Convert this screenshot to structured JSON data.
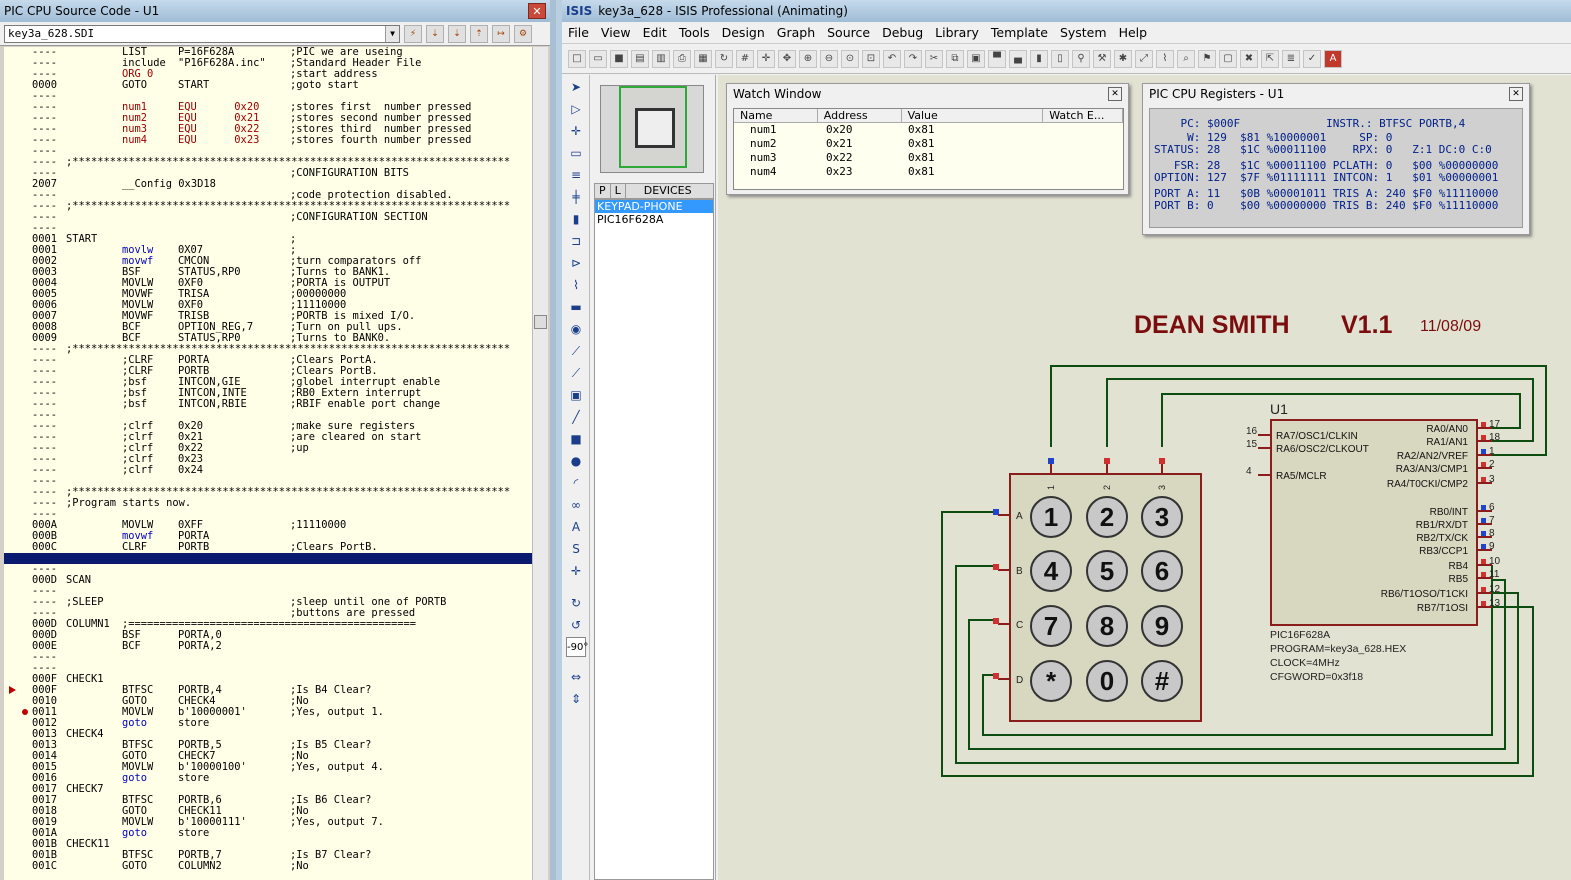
{
  "src": {
    "title": "PIC CPU Source Code - U1",
    "file": "key3a_628.SDI",
    "lines": [
      {
        "ln": "----",
        "lbl": "",
        "op": "LIST",
        "arg": "P=16F628A",
        "cm": ";PIC we are useing"
      },
      {
        "ln": "----",
        "lbl": "",
        "op": "include",
        "arg": "\"P16F628A.inc\"",
        "cm": ";Standard Header File"
      },
      {
        "ln": "----",
        "lbl": "",
        "op": "ORG 0",
        "arg": "",
        "cm": ";start address",
        "opc": "red"
      },
      {
        "ln": "0000",
        "lbl": "",
        "op": "GOTO",
        "arg": "START",
        "cm": ";goto start"
      },
      {
        "ln": "----",
        "lbl": "",
        "op": "",
        "arg": "",
        "cm": ""
      },
      {
        "ln": "----",
        "lbl": "",
        "op": "num1",
        "arg": "EQU      0x20",
        "cm": ";stores first  number pressed",
        "opc": "red"
      },
      {
        "ln": "----",
        "lbl": "",
        "op": "num2",
        "arg": "EQU      0x21",
        "cm": ";stores second number pressed",
        "opc": "red"
      },
      {
        "ln": "----",
        "lbl": "",
        "op": "num3",
        "arg": "EQU      0x22",
        "cm": ";stores third  number pressed",
        "opc": "red"
      },
      {
        "ln": "----",
        "lbl": "",
        "op": "num4",
        "arg": "EQU      0x23",
        "cm": ";stores fourth number pressed",
        "opc": "red"
      },
      {
        "ln": "----",
        "lbl": "",
        "op": "",
        "arg": "",
        "cm": ""
      },
      {
        "ln": "----",
        "lbl": ";**********************************************************************",
        "op": "",
        "arg": "",
        "cm": ""
      },
      {
        "ln": "----",
        "lbl": "",
        "op": "",
        "arg": "",
        "cm": ";CONFIGURATION BITS"
      },
      {
        "ln": "2007",
        "lbl": "",
        "op": "__Config 0x3D18",
        "arg": "",
        "cm": ""
      },
      {
        "ln": "----",
        "lbl": "",
        "op": "",
        "arg": "",
        "cm": ";code protection disabled."
      },
      {
        "ln": "----",
        "lbl": ";**********************************************************************",
        "op": "",
        "arg": "",
        "cm": ""
      },
      {
        "ln": "----",
        "lbl": "",
        "op": "",
        "arg": "",
        "cm": ";CONFIGURATION SECTION"
      },
      {
        "ln": "----",
        "lbl": "",
        "op": "",
        "arg": "",
        "cm": ""
      },
      {
        "ln": "0001",
        "lbl": "START",
        "op": "",
        "arg": "",
        "cm": ";"
      },
      {
        "ln": "0001",
        "lbl": "",
        "op": "movlw",
        "arg": "0X07",
        "cm": ";",
        "opc": "blue"
      },
      {
        "ln": "0002",
        "lbl": "",
        "op": "movwf",
        "arg": "CMCON",
        "cm": ";turn comparators off",
        "opc": "blue"
      },
      {
        "ln": "0003",
        "lbl": "",
        "op": "BSF",
        "arg": "STATUS,RP0",
        "cm": ";Turns to BANK1."
      },
      {
        "ln": "0004",
        "lbl": "",
        "op": "MOVLW",
        "arg": "0XF0",
        "cm": ";PORTA is OUTPUT"
      },
      {
        "ln": "0005",
        "lbl": "",
        "op": "MOVWF",
        "arg": "TRISA",
        "cm": ";00000000"
      },
      {
        "ln": "0006",
        "lbl": "",
        "op": "MOVLW",
        "arg": "0XF0",
        "cm": ";11110000"
      },
      {
        "ln": "0007",
        "lbl": "",
        "op": "MOVWF",
        "arg": "TRISB",
        "cm": ";PORTB is mixed I/O."
      },
      {
        "ln": "0008",
        "lbl": "",
        "op": "BCF",
        "arg": "OPTION_REG,7",
        "cm": ";Turn on pull ups."
      },
      {
        "ln": "0009",
        "lbl": "",
        "op": "BCF",
        "arg": "STATUS,RP0",
        "cm": ";Turns to BANK0."
      },
      {
        "ln": "----",
        "lbl": ";**********************************************************************",
        "op": "",
        "arg": "",
        "cm": ""
      },
      {
        "ln": "----",
        "lbl": "",
        "op": ";CLRF",
        "arg": "PORTA",
        "cm": ";Clears PortA."
      },
      {
        "ln": "----",
        "lbl": "",
        "op": ";CLRF",
        "arg": "PORTB",
        "cm": ";Clears PortB."
      },
      {
        "ln": "----",
        "lbl": "",
        "op": ";bsf",
        "arg": "INTCON,GIE",
        "cm": ";globel interrupt enable"
      },
      {
        "ln": "----",
        "lbl": "",
        "op": ";bsf",
        "arg": "INTCON,INTE",
        "cm": ";RB0 Extern interrupt"
      },
      {
        "ln": "----",
        "lbl": "",
        "op": ";bsf",
        "arg": "INTCON,RBIE",
        "cm": ";RBIF enable port change"
      },
      {
        "ln": "----",
        "lbl": "",
        "op": "",
        "arg": "",
        "cm": ""
      },
      {
        "ln": "----",
        "lbl": "",
        "op": ";clrf",
        "arg": "0x20",
        "cm": ";make sure registers"
      },
      {
        "ln": "----",
        "lbl": "",
        "op": ";clrf",
        "arg": "0x21",
        "cm": ";are cleared on start"
      },
      {
        "ln": "----",
        "lbl": "",
        "op": ";clrf",
        "arg": "0x22",
        "cm": ";up"
      },
      {
        "ln": "----",
        "lbl": "",
        "op": ";clrf",
        "arg": "0x23",
        "cm": ""
      },
      {
        "ln": "----",
        "lbl": "",
        "op": ";clrf",
        "arg": "0x24",
        "cm": ""
      },
      {
        "ln": "----",
        "lbl": "",
        "op": "",
        "arg": "",
        "cm": ""
      },
      {
        "ln": "----",
        "lbl": ";**********************************************************************",
        "op": "",
        "arg": "",
        "cm": ""
      },
      {
        "ln": "----",
        "lbl": ";Program starts now.",
        "op": "",
        "arg": "",
        "cm": ""
      },
      {
        "ln": "----",
        "lbl": "",
        "op": "",
        "arg": "",
        "cm": ""
      },
      {
        "ln": "000A",
        "lbl": "",
        "op": "MOVLW",
        "arg": "0XFF",
        "cm": ";11110000"
      },
      {
        "ln": "000B",
        "lbl": "",
        "op": "movwf",
        "arg": "PORTA",
        "cm": "",
        "opc": "blue"
      },
      {
        "ln": "000C",
        "lbl": "",
        "op": "CLRF",
        "arg": "PORTB",
        "cm": ";Clears PortB."
      },
      {
        "ln": "",
        "lbl": "",
        "op": "",
        "arg": "",
        "cm": "",
        "hl": true
      },
      {
        "ln": "----",
        "lbl": "",
        "op": "",
        "arg": "",
        "cm": ""
      },
      {
        "ln": "000D",
        "lbl": "SCAN",
        "op": "",
        "arg": "",
        "cm": ""
      },
      {
        "ln": "----",
        "lbl": "",
        "op": "",
        "arg": "",
        "cm": ""
      },
      {
        "ln": "----",
        "lbl": ";SLEEP",
        "op": "",
        "arg": "",
        "cm": ";sleep until one of PORTB"
      },
      {
        "ln": "----",
        "lbl": "",
        "op": "",
        "arg": "",
        "cm": ";buttons are pressed"
      },
      {
        "ln": "000D",
        "lbl": "COLUMN1",
        "op": ";==============================================",
        "arg": "",
        "cm": ""
      },
      {
        "ln": "000D",
        "lbl": "",
        "op": "BSF",
        "arg": "PORTA,0",
        "cm": ""
      },
      {
        "ln": "000E",
        "lbl": "",
        "op": "BCF",
        "arg": "PORTA,2",
        "cm": ""
      },
      {
        "ln": "----",
        "lbl": "",
        "op": "",
        "arg": "",
        "cm": ""
      },
      {
        "ln": "----",
        "lbl": "",
        "op": "",
        "arg": "",
        "cm": ""
      },
      {
        "ln": "000F",
        "lbl": "CHECK1",
        "op": "",
        "arg": "",
        "cm": ""
      },
      {
        "ln": "000F",
        "lbl": "",
        "op": "BTFSC",
        "arg": "PORTB,4",
        "cm": ";Is B4 Clear?",
        "mk": "arrow"
      },
      {
        "ln": "0010",
        "lbl": "",
        "op": "GOTO",
        "arg": "CHECK4",
        "cm": ";No"
      },
      {
        "ln": "0011",
        "lbl": "",
        "op": "MOVLW",
        "arg": "b'10000001'",
        "cm": ";Yes, output 1.",
        "mk": "bp"
      },
      {
        "ln": "0012",
        "lbl": "",
        "op": "goto",
        "arg": "store",
        "cm": "",
        "opc": "blue"
      },
      {
        "ln": "0013",
        "lbl": "CHECK4",
        "op": "",
        "arg": "",
        "cm": ""
      },
      {
        "ln": "0013",
        "lbl": "",
        "op": "BTFSC",
        "arg": "PORTB,5",
        "cm": ";Is B5 Clear?"
      },
      {
        "ln": "0014",
        "lbl": "",
        "op": "GOTO",
        "arg": "CHECK7",
        "cm": ";No"
      },
      {
        "ln": "0015",
        "lbl": "",
        "op": "MOVLW",
        "arg": "b'10000100'",
        "cm": ";Yes, output 4."
      },
      {
        "ln": "0016",
        "lbl": "",
        "op": "goto",
        "arg": "store",
        "cm": "",
        "opc": "blue"
      },
      {
        "ln": "0017",
        "lbl": "CHECK7",
        "op": "",
        "arg": "",
        "cm": ""
      },
      {
        "ln": "0017",
        "lbl": "",
        "op": "BTFSC",
        "arg": "PORTB,6",
        "cm": ";Is B6 Clear?"
      },
      {
        "ln": "0018",
        "lbl": "",
        "op": "GOTO",
        "arg": "CHECK11",
        "cm": ";No"
      },
      {
        "ln": "0019",
        "lbl": "",
        "op": "MOVLW",
        "arg": "b'10000111'",
        "cm": ";Yes, output 7."
      },
      {
        "ln": "001A",
        "lbl": "",
        "op": "goto",
        "arg": "store",
        "cm": "",
        "opc": "blue"
      },
      {
        "ln": "001B",
        "lbl": "CHECK11",
        "op": "",
        "arg": "",
        "cm": ""
      },
      {
        "ln": "001B",
        "lbl": "",
        "op": "BTFSC",
        "arg": "PORTB,7",
        "cm": ";Is B7 Clear?"
      },
      {
        "ln": "001C",
        "lbl": "",
        "op": "GOTO",
        "arg": "COLUMN2",
        "cm": ";No"
      }
    ]
  },
  "isis": {
    "title": "key3a_628 - ISIS Professional (Animating)",
    "menu": [
      "File",
      "View",
      "Edit",
      "Tools",
      "Design",
      "Graph",
      "Source",
      "Debug",
      "Library",
      "Template",
      "System",
      "Help"
    ],
    "devices": {
      "tab_p": "P",
      "tab_l": "L",
      "header": "DEVICES",
      "items": [
        "KEYPAD-PHONE",
        "PIC16F628A"
      ]
    },
    "rotation": "-90°"
  },
  "watch": {
    "title": "Watch Window",
    "headers": [
      "Name",
      "Address",
      "Value",
      "Watch E..."
    ],
    "rows": [
      {
        "name": "num1",
        "addr": "0x20",
        "val": "0x81"
      },
      {
        "name": "num2",
        "addr": "0x21",
        "val": "0x81"
      },
      {
        "name": "num3",
        "addr": "0x22",
        "val": "0x81"
      },
      {
        "name": "num4",
        "addr": "0x23",
        "val": "0x81"
      }
    ]
  },
  "regs": {
    "title": "PIC CPU Registers - U1",
    "lines": [
      "    PC: $000F             INSTR.: BTFSC PORTB,4",
      "     W: 129  $81 %10000001     SP: 0",
      "STATUS: 28   $1C %00011100    RPX: 0   Z:1 DC:0 C:0",
      "   FSR: 28   $1C %00011100 PCLATH: 0   $00 %00000000",
      "OPTION: 127  $7F %01111111 INTCON: 1   $01 %00000001",
      "PORT A: 11   $0B %00001011 TRIS A: 240 $F0 %11110000",
      "PORT B: 0    $00 %00000000 TRIS B: 240 $F0 %11110000"
    ]
  },
  "schematic": {
    "banner": {
      "name": "DEAN SMITH",
      "version": "V1.1",
      "date": "11/08/09"
    },
    "u1": "U1",
    "chip_left": [
      {
        "pin": "16",
        "label": "RA7/OSC1/CLKIN"
      },
      {
        "pin": "15",
        "label": "RA6/OSC2/CLKOUT"
      },
      {
        "pin": "4",
        "label": "RA5/MCLR"
      }
    ],
    "chip_right": [
      {
        "pin": "17",
        "label": "RA0/AN0"
      },
      {
        "pin": "18",
        "label": "RA1/AN1"
      },
      {
        "pin": "1",
        "label": "RA2/AN2/VREF"
      },
      {
        "pin": "2",
        "label": "RA3/AN3/CMP1"
      },
      {
        "pin": "3",
        "label": "RA4/T0CKI/CMP2"
      },
      {
        "pin": "6",
        "label": "RB0/INT"
      },
      {
        "pin": "7",
        "label": "RB1/RX/DT"
      },
      {
        "pin": "8",
        "label": "RB2/TX/CK"
      },
      {
        "pin": "9",
        "label": "RB3/CCP1"
      },
      {
        "pin": "10",
        "label": "RB4"
      },
      {
        "pin": "11",
        "label": "RB5"
      },
      {
        "pin": "12",
        "label": "RB6/T1OSO/T1CKI"
      },
      {
        "pin": "13",
        "label": "RB7/T1OSI"
      }
    ],
    "chip_info": [
      "PIC16F628A",
      "PROGRAM=key3a_628.HEX",
      "CLOCK=4MHz",
      "CFGWORD=0x3f18"
    ],
    "keypad_rows": [
      "A",
      "B",
      "C",
      "D"
    ],
    "keypad_cols": [
      "1",
      "2",
      "3"
    ],
    "keys": [
      "1",
      "2",
      "3",
      "4",
      "5",
      "6",
      "7",
      "8",
      "9",
      "*",
      "0",
      "#"
    ]
  }
}
